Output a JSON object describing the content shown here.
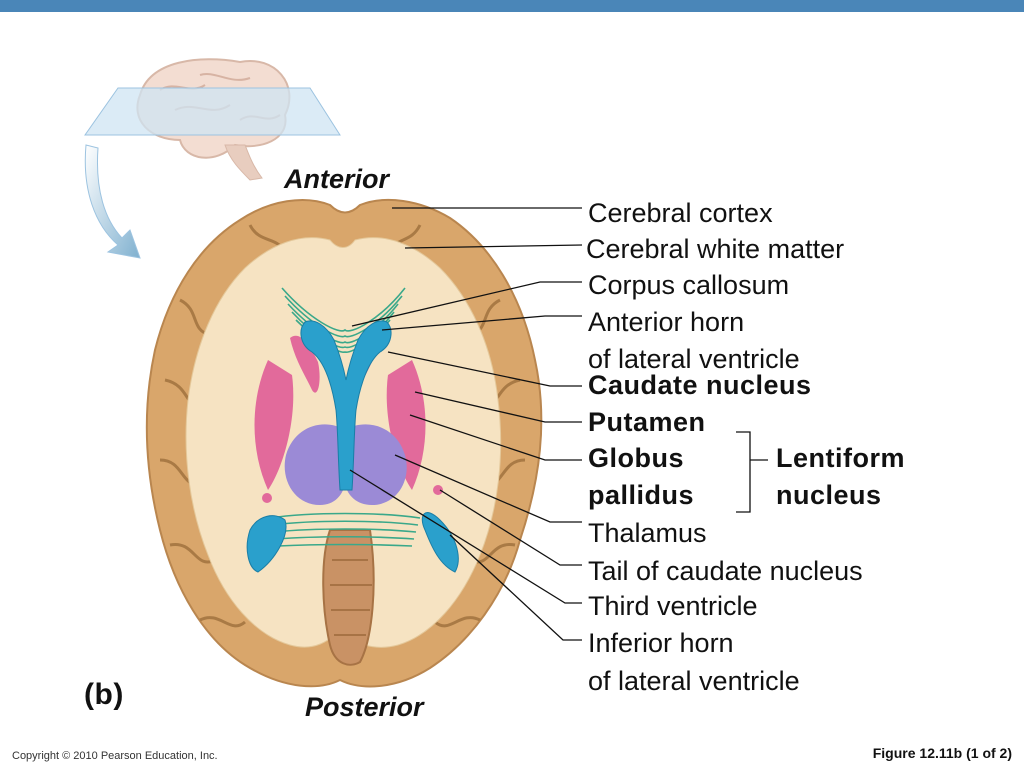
{
  "orientation": {
    "anterior": "Anterior",
    "posterior": "Posterior"
  },
  "panel_label": "(b)",
  "labels": {
    "cerebral_cortex": "Cerebral cortex",
    "cerebral_white_matter": "Cerebral white matter",
    "corpus_callosum": "Corpus callosum",
    "anterior_horn_1": "Anterior horn",
    "anterior_horn_2": "of lateral ventricle",
    "caudate_nucleus": "Caudate nucleus",
    "putamen": "Putamen",
    "globus_1": "Globus",
    "globus_2": "pallidus",
    "lentiform_1": "Lentiform",
    "lentiform_2": "nucleus",
    "thalamus": "Thalamus",
    "tail_caudate": "Tail of caudate nucleus",
    "third_ventricle": "Third ventricle",
    "inferior_horn_1": "Inferior horn",
    "inferior_horn_2": "of lateral ventricle"
  },
  "footer": {
    "copyright": "Copyright © 2010 Pearson Education, Inc.",
    "figure": "Figure 12.11b (1 of 2)"
  },
  "colors": {
    "top_bar": "#4a86b8",
    "cortex": "#d9a66b",
    "white_matter": "#f6e3c2",
    "ventricle": "#2aa0cc",
    "putamen": "#e26a9b",
    "thalamus": "#9b8ad6",
    "fibers": "#3aa88a"
  }
}
